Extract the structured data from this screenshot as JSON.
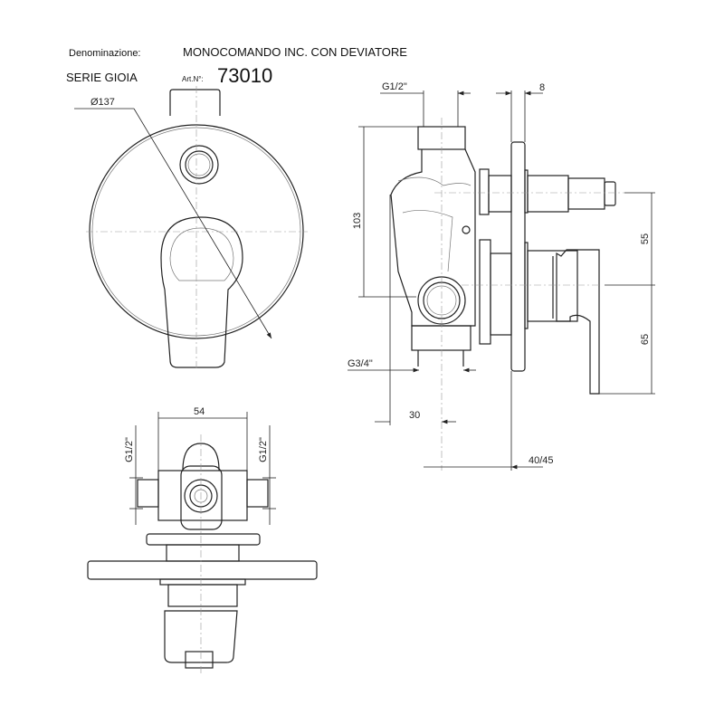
{
  "header": {
    "denomination_label": "Denominazione:",
    "product_name": "MONOCOMANDO INC. CON DEVIATORE",
    "series": "SERIE GIOIA",
    "article_label": "Art.N°:",
    "article_number": "73010"
  },
  "dimensions": {
    "diameter": "Ø137",
    "inlet_top": "G1/2\"",
    "plate_thickness": "8",
    "height_body": "103",
    "upper_offset": "55",
    "lower_offset": "65",
    "outlet_bottom": "G3/4\"",
    "depth_body": "30",
    "install_depth": "40/45",
    "width_body": "54",
    "inlet_left": "G1/2\"",
    "inlet_right": "G1/2\""
  }
}
